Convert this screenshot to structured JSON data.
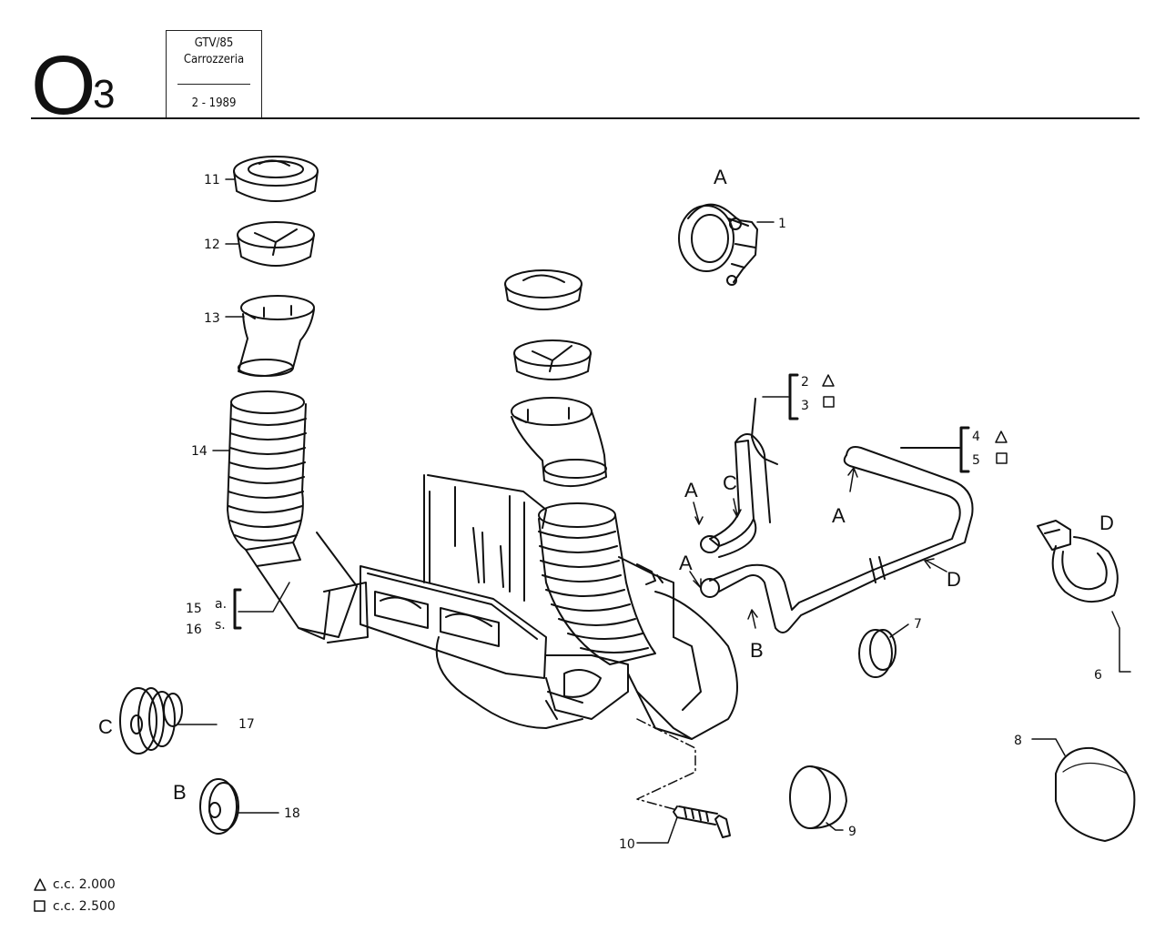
{
  "header": {
    "section_letter": "O",
    "section_number": "3",
    "model": "GTV/85",
    "group": "Carrozzeria",
    "date": "2 - 1989"
  },
  "callouts": {
    "c1": "1",
    "c2": "2",
    "c3": "3",
    "c4": "4",
    "c5": "5",
    "c6": "6",
    "c7": "7",
    "c8": "8",
    "c9": "9",
    "c10": "10",
    "c11": "11",
    "c12": "12",
    "c13": "13",
    "c14": "14",
    "c15": "15",
    "c16": "16",
    "c17": "17",
    "c18": "18"
  },
  "variant_marks": {
    "a": "a.",
    "s": "s."
  },
  "letters": {
    "A": "A",
    "B": "B",
    "C": "C",
    "D": "D"
  },
  "legend": [
    {
      "symbol": "triangle",
      "text": "c.c. 2.000"
    },
    {
      "symbol": "square",
      "text": "c.c. 2.500"
    }
  ]
}
